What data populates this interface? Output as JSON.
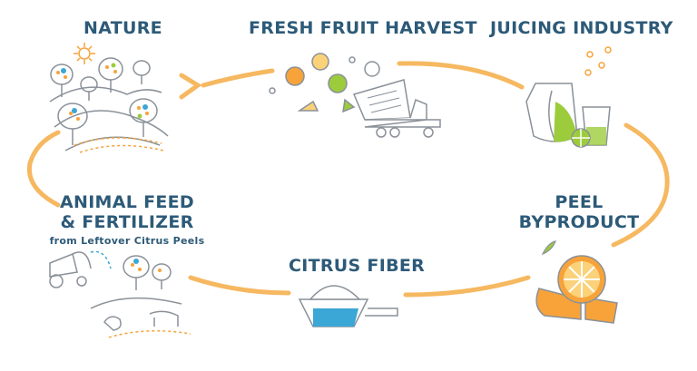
{
  "stages": {
    "nature": {
      "title": "NATURE"
    },
    "harvest": {
      "title": "FRESH FRUIT HARVEST"
    },
    "juicing": {
      "title": "JUICING INDUSTRY"
    },
    "peel": {
      "title_line1": "PEEL",
      "title_line2": "BYPRODUCT"
    },
    "fiber": {
      "title": "CITRUS FIBER"
    },
    "feed": {
      "title_line1": "ANIMAL FEED",
      "title_line2": "& FERTILIZER",
      "subtitle": "from Leftover Citrus Peels"
    }
  },
  "colors": {
    "label": "#2d5a78",
    "cycle_arrow": "#f6b860",
    "line_art": "#8a9199",
    "orange": "#f7a33a",
    "green": "#9ccc3c",
    "blue": "#3aa7d6",
    "pink": "#ef8aa1"
  },
  "icons": [
    "trees-sun-icon",
    "fruit-truck-icon",
    "juice-pitcher-icon",
    "orange-slice-icon",
    "fiber-scoop-icon",
    "farm-animals-icon"
  ]
}
